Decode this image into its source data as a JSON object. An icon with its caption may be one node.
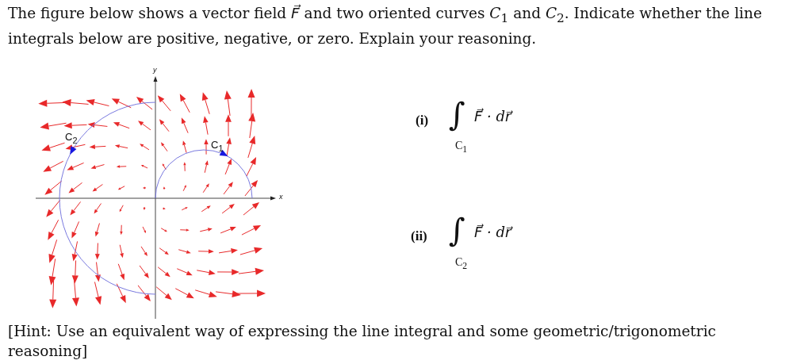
{
  "diagram": {
    "title": "The figure below shows a vector field *F⃗* and two oriented curves *C*$_{1}$ and *C*$_{2}$. Indicate whether the line integrals below are positive, negative, or zero. Explain your reasoning.",
    "caption": "[Hint: Use an equivalent way of expressing the line integral and some geometric/trigonometric reasoning]",
    "labels": [
      "y",
      "x",
      "C$_{2}$",
      "C$_{1}$",
      "(i)",
      "∫",
      "F⃗ · dr⃗",
      "C$_{1}$",
      "(ii)",
      "∫",
      "F⃗ · dr⃗",
      "C$_{2}$"
    ]
  }
}
